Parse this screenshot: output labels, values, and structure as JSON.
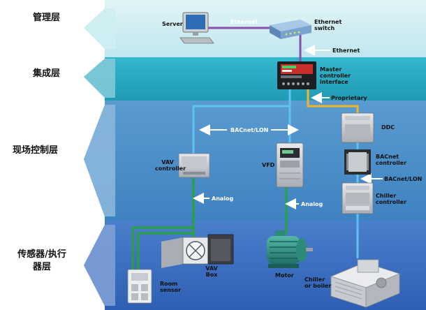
{
  "layers": [
    {
      "label": "管理层",
      "color": "#bfe7ee"
    },
    {
      "label": "集成层",
      "color": "#2aa6bd"
    },
    {
      "label": "现场控制层",
      "color": "#4b8fc9"
    },
    {
      "label": "传感器/执行器层",
      "color": "#3e73c2"
    }
  ],
  "devices": {
    "server": "Server",
    "ethernet_switch": "Ethernet\nswitch",
    "master_controller": "Master\ncontroller\ninterface",
    "vav_controller": "VAV\ncontroller",
    "vfd": "VFD",
    "ddc": "DDC",
    "bacnet_controller": "BACnet\ncontroller",
    "chiller_controller": "Chiller\ncontroller",
    "vav_box": "VAV\nBox",
    "room_sensor": "Room\nsensor",
    "motor": "Motor",
    "chiller_boiler": "Chiller\nor boiler"
  },
  "links": {
    "ethernet_top": "Ethernet",
    "ethernet_side": "Ethernet",
    "proprietary": "Proprietary",
    "bacnet_lon_main": "BACnet/LON",
    "bacnet_lon_right": "BACnet/LON",
    "analog_left": "Analog",
    "analog_right": "Analog"
  },
  "colors": {
    "ethernet_line": "#8a4fa6",
    "bacnet_line": "#5ec4ef",
    "analog_line": "#27a33a",
    "proprietary_line": "#f0b429"
  }
}
